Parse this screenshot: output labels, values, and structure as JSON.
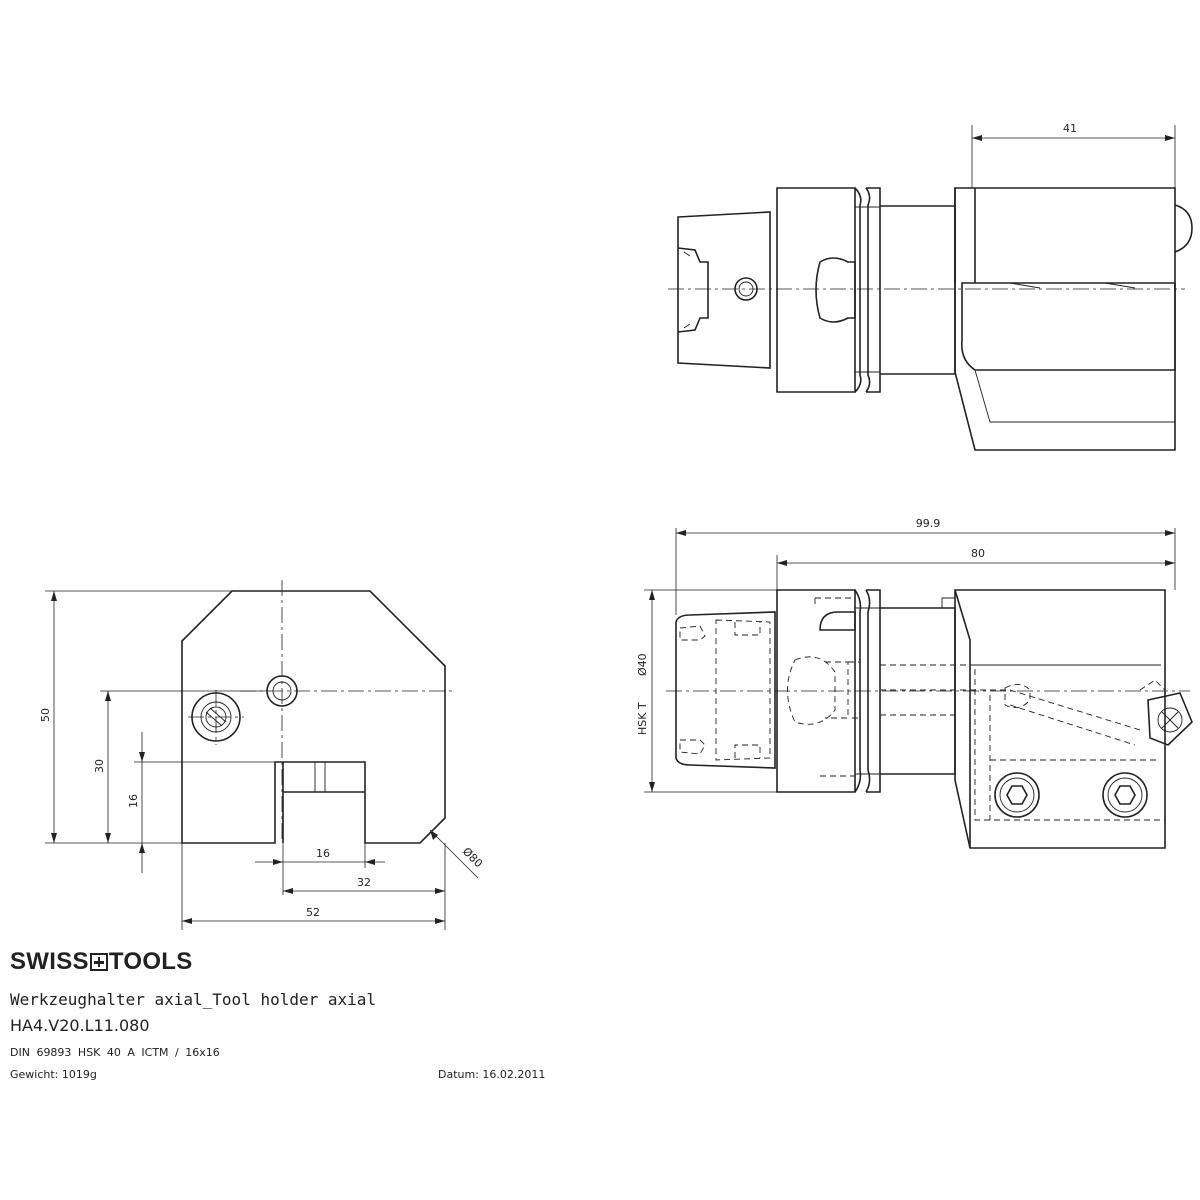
{
  "brand": {
    "left": "SWISS",
    "right": "TOOLS"
  },
  "title_block": {
    "description": "Werkzeughalter axial_Tool holder axial",
    "article_no": "HA4.V20.L11.080",
    "standard": "DIN 69893 HSK 40 A ICTM  / 16x16",
    "weight": "Gewicht: 1019g",
    "date": "Datum: 16.02.2011"
  },
  "dimensions": {
    "top_view_width": "41",
    "side_overall": "99.9",
    "side_body": "80",
    "hsk_label": "HSK T",
    "hsk_diameter": "Ø40",
    "front_height": "50",
    "front_center_height": "30",
    "front_slot_height": "16",
    "front_slot_width": "16",
    "front_slot_offset": "32",
    "front_width": "52",
    "front_diameter": "Ø80"
  }
}
